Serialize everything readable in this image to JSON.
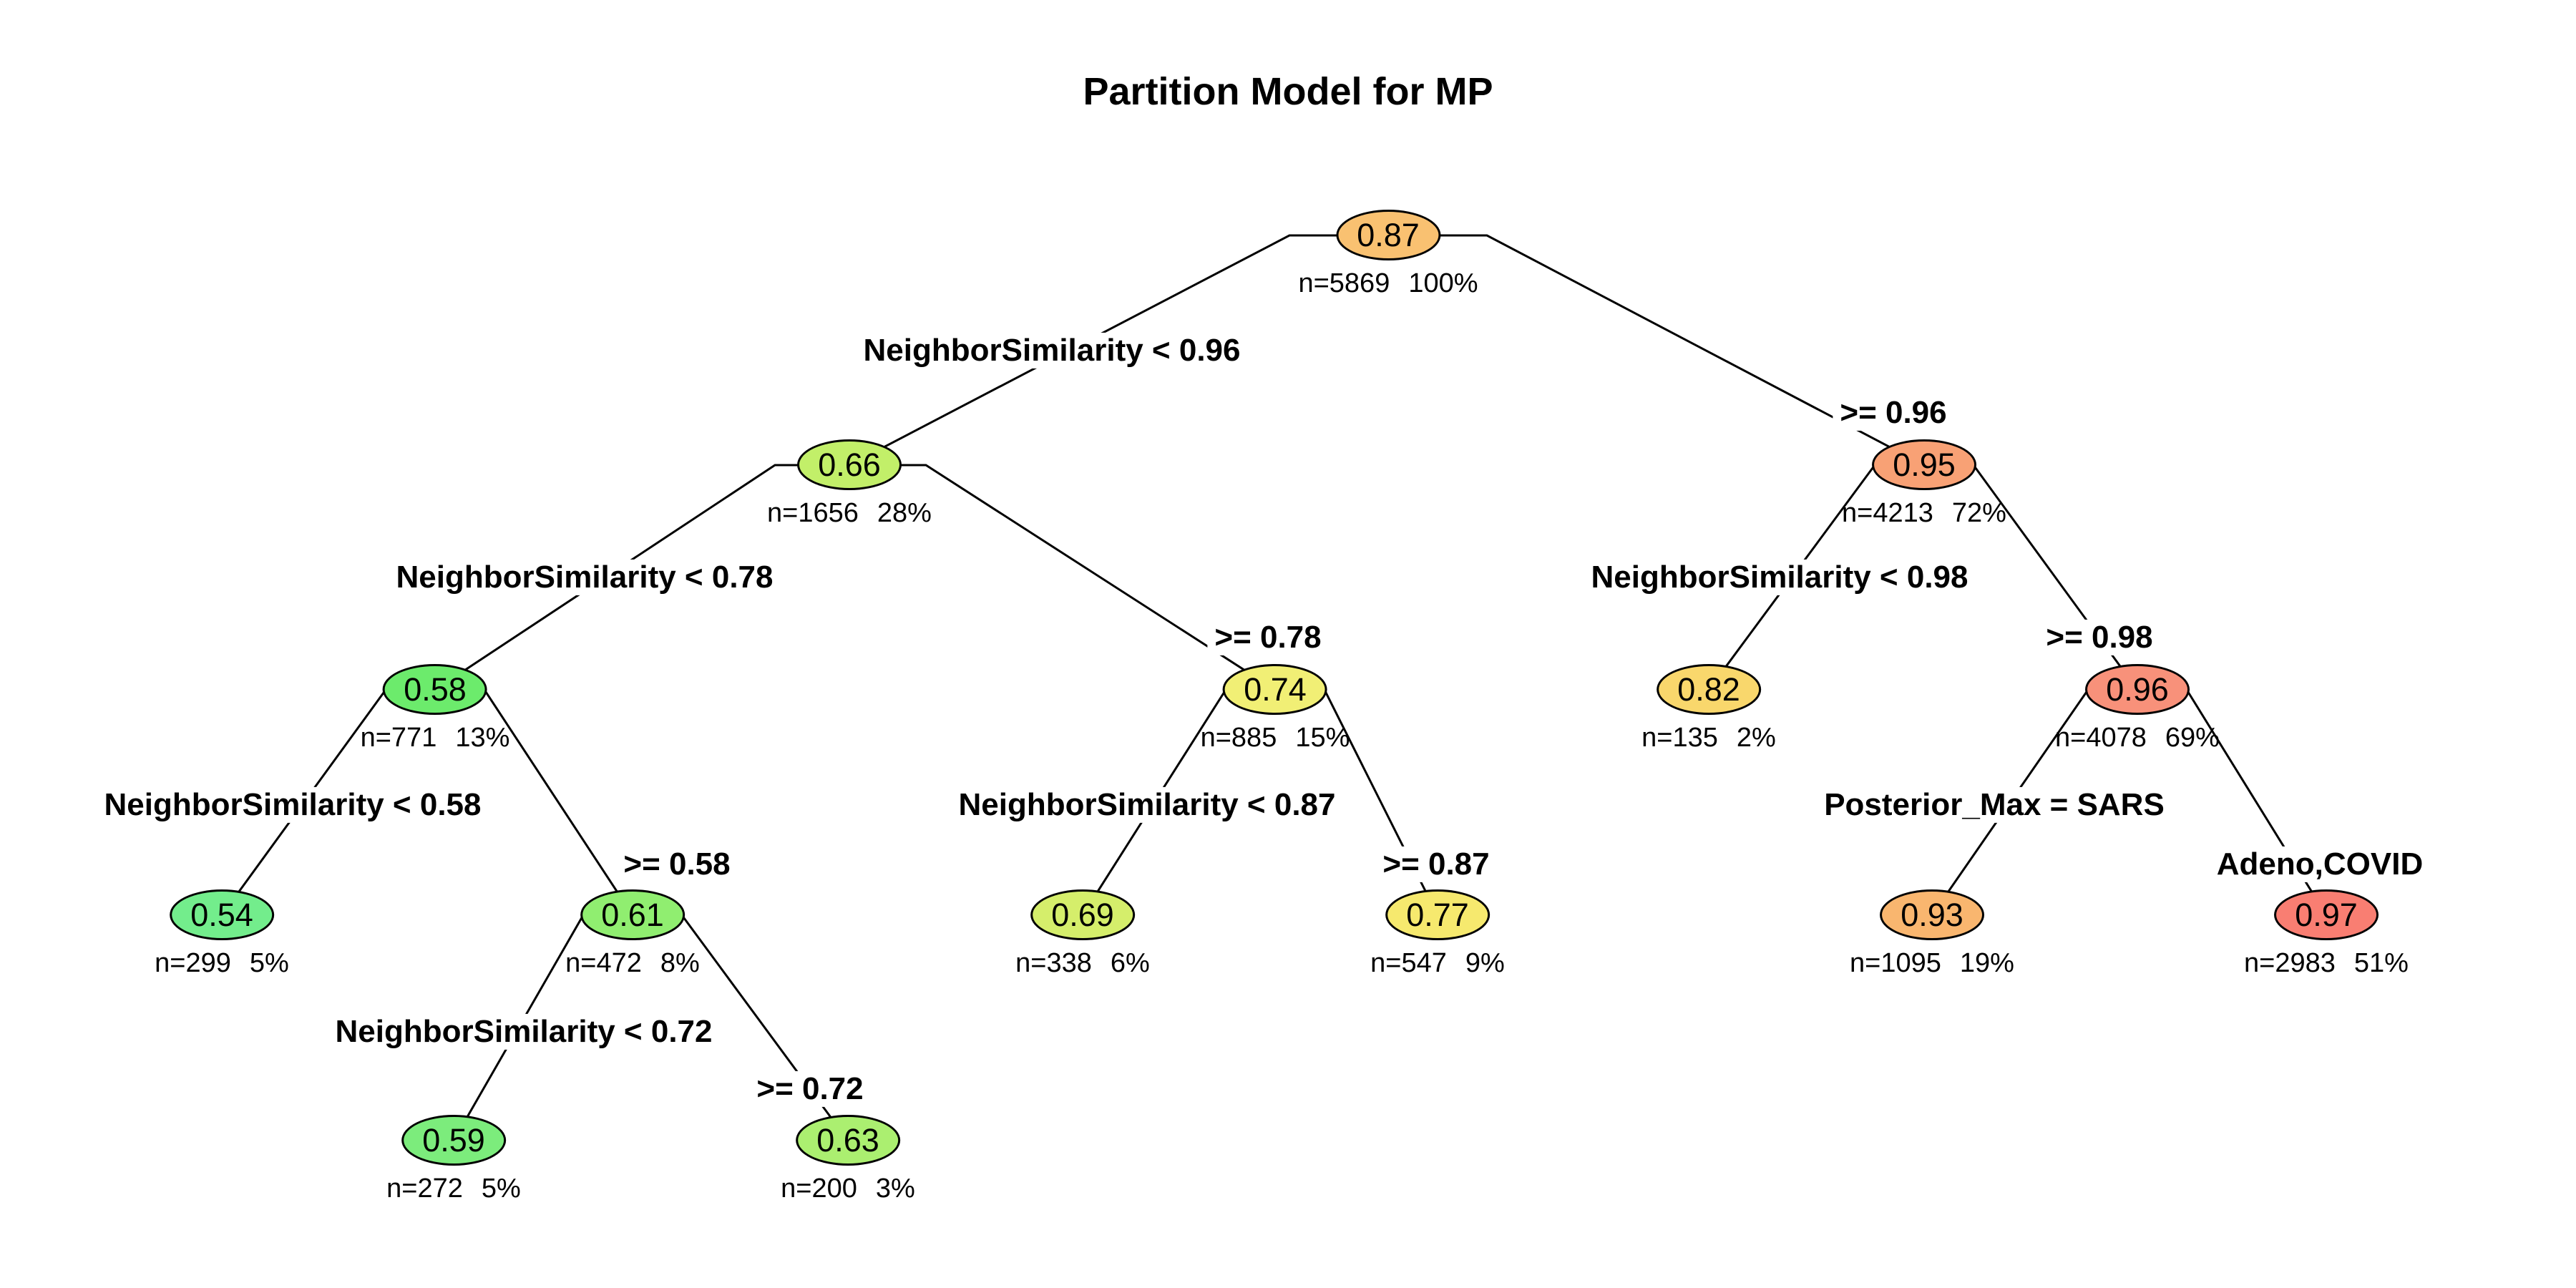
{
  "title": "Partition Model for MP",
  "tree": {
    "type": "decision-tree",
    "nodes": [
      {
        "value": "0.87",
        "n": "n=5869",
        "pct": "100%",
        "color": "#F9C171"
      },
      {
        "value": "0.66",
        "n": "n=1656",
        "pct": "28%",
        "color": "#C2EF69"
      },
      {
        "value": "0.95",
        "n": "n=4213",
        "pct": "72%",
        "color": "#F8A175"
      },
      {
        "value": "0.58",
        "n": "n=771",
        "pct": "13%",
        "color": "#6CEB6C"
      },
      {
        "value": "0.74",
        "n": "n=885",
        "pct": "15%",
        "color": "#F1EF75"
      },
      {
        "value": "0.82",
        "n": "n=135",
        "pct": "2%",
        "color": "#F9D76C"
      },
      {
        "value": "0.96",
        "n": "n=4078",
        "pct": "69%",
        "color": "#F8917A"
      },
      {
        "value": "0.54",
        "n": "n=299",
        "pct": "5%",
        "color": "#73ED8C"
      },
      {
        "value": "0.61",
        "n": "n=472",
        "pct": "8%",
        "color": "#90EE70"
      },
      {
        "value": "0.69",
        "n": "n=338",
        "pct": "6%",
        "color": "#D5EE6B"
      },
      {
        "value": "0.77",
        "n": "n=547",
        "pct": "9%",
        "color": "#F6E96E"
      },
      {
        "value": "0.93",
        "n": "n=1095",
        "pct": "19%",
        "color": "#F9B66F"
      },
      {
        "value": "0.97",
        "n": "n=2983",
        "pct": "51%",
        "color": "#F97E72"
      },
      {
        "value": "0.59",
        "n": "n=272",
        "pct": "5%",
        "color": "#7CEC7C"
      },
      {
        "value": "0.63",
        "n": "n=200",
        "pct": "3%",
        "color": "#ABEF70"
      }
    ],
    "splits": [
      {
        "label": "NeighborSimilarity < 0.96"
      },
      {
        "label": ">= 0.96"
      },
      {
        "label": "NeighborSimilarity < 0.78"
      },
      {
        "label": ">= 0.78"
      },
      {
        "label": "NeighborSimilarity < 0.98"
      },
      {
        "label": ">= 0.98"
      },
      {
        "label": "NeighborSimilarity < 0.58"
      },
      {
        "label": ">= 0.58"
      },
      {
        "label": "NeighborSimilarity < 0.87"
      },
      {
        "label": ">= 0.87"
      },
      {
        "label": "Posterior_Max = SARS"
      },
      {
        "label": "Adeno,COVID"
      },
      {
        "label": "NeighborSimilarity < 0.72"
      },
      {
        "label": ">= 0.72"
      }
    ],
    "edge_color": "#000000",
    "background_color": "#FFFFFF"
  }
}
